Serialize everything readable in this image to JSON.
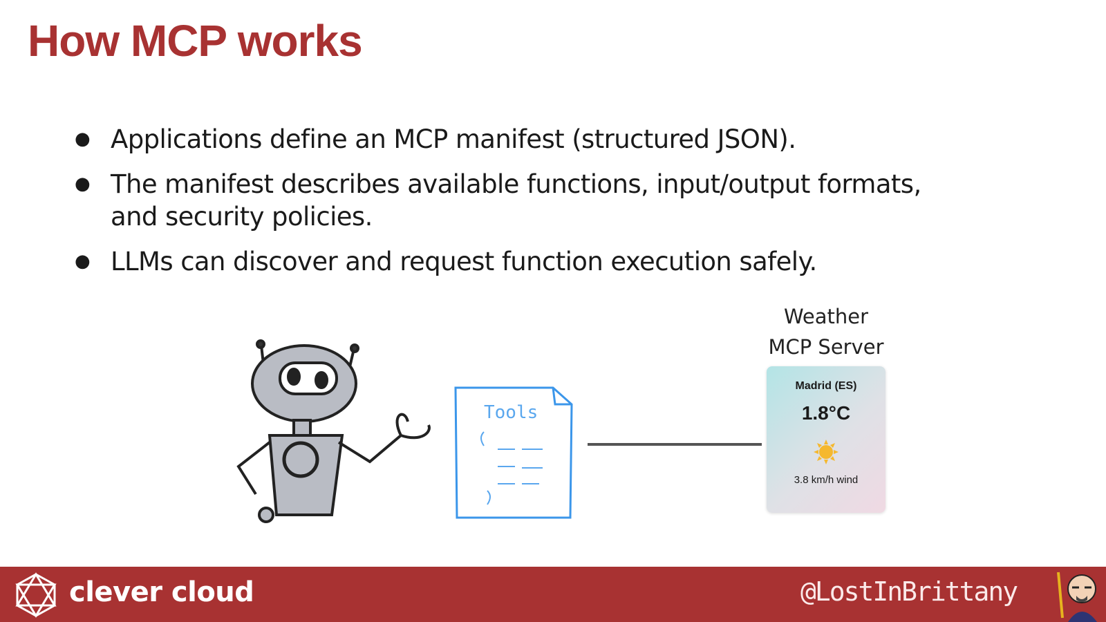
{
  "title": "How MCP works",
  "bullets": [
    "Applications define an MCP manifest (structured JSON).",
    "The manifest describes available functions, input/output formats, and security policies.",
    "LLMs can discover and request function execution safely."
  ],
  "diagram": {
    "manifest_doc_title": "Tools",
    "server_label_line1": "Weather",
    "server_label_line2": "MCP Server",
    "weather_card": {
      "city": "Madrid (ES)",
      "temperature": "1.8°C",
      "icon": "sun-icon",
      "wind": "3.8 km/h wind"
    }
  },
  "footer": {
    "brand": "clever cloud",
    "handle": "@LostInBrittany",
    "color": "#a83232"
  }
}
